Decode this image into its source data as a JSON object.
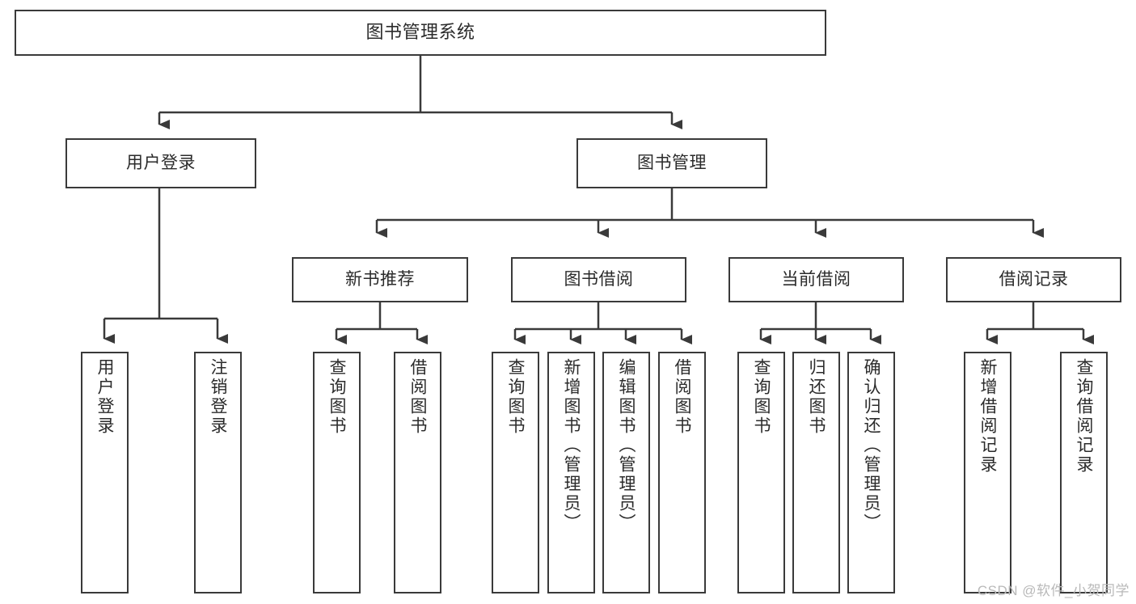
{
  "diagram": {
    "title": "图书管理系统",
    "type": "hierarchy-tree",
    "watermark": "CSDN @软件_小贺同学",
    "colors": {
      "stroke": "#3a3a3a",
      "fill": "#ffffff",
      "text": "#2b2b2b",
      "watermark": "#b9b9b9"
    },
    "levels": {
      "root": {
        "label": "图书管理系统"
      },
      "level2": [
        {
          "label": "用户登录"
        },
        {
          "label": "图书管理"
        }
      ],
      "level3": [
        {
          "label": "新书推荐"
        },
        {
          "label": "图书借阅"
        },
        {
          "label": "当前借阅"
        },
        {
          "label": "借阅记录"
        }
      ],
      "leaves": {
        "user_login": [
          {
            "label": "用户登录"
          },
          {
            "label": "注销登录"
          }
        ],
        "new_book": [
          {
            "label": "查询图书"
          },
          {
            "label": "借阅图书"
          }
        ],
        "book_borrow": [
          {
            "label": "查询图书"
          },
          {
            "label": "新增图书（管理员）"
          },
          {
            "label": "编辑图书（管理员）"
          },
          {
            "label": "借阅图书"
          }
        ],
        "current_borrow": [
          {
            "label": "查询图书"
          },
          {
            "label": "归还图书"
          },
          {
            "label": "确认归还（管理员）"
          }
        ],
        "borrow_record": [
          {
            "label": "新增借阅记录"
          },
          {
            "label": "查询借阅记录"
          }
        ]
      }
    }
  }
}
